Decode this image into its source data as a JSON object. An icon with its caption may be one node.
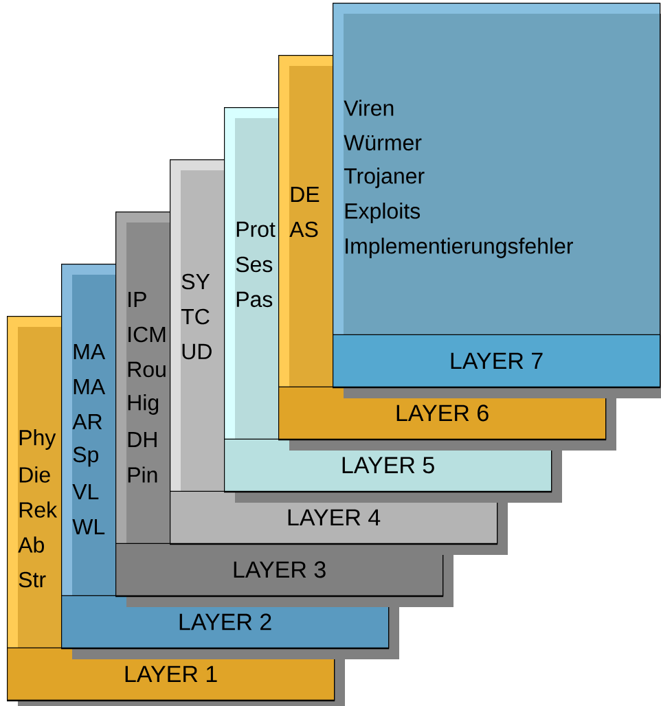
{
  "diagram": {
    "nodes": [
      {
        "text": [
          "Phy",
          "Die",
          "Rek",
          "Ab",
          "Str"
        ]
      },
      {
        "text": [
          "LAYER 1"
        ],
        "in": 0
      },
      {
        "text": [
          "MA",
          "MA",
          "AR",
          "Sp",
          "VL",
          "WL"
        ]
      },
      {
        "text": [
          "LAYER 2"
        ],
        "in": 2
      },
      {
        "text": [
          "IP",
          "ICM",
          "Rou",
          "Hig",
          "DH",
          "Pin"
        ]
      },
      {
        "text": [
          "LAYER 3"
        ],
        "in": 4
      },
      {
        "text": [
          "SY",
          "TC",
          "UD"
        ]
      },
      {
        "text": [
          "LAYER 4"
        ],
        "in": 6
      },
      {
        "text": [
          "Prot",
          "Ses",
          "Pas"
        ]
      },
      {
        "text": [
          "LAYER 5"
        ],
        "in": 8
      },
      {
        "text": [
          "DE",
          "AS"
        ]
      },
      {
        "text": [
          "LAYER 6"
        ],
        "in": 10
      },
      {
        "text": [
          "Viren",
          "Würmer",
          "Trojaner",
          "Exploits",
          "Implementierungsfehler"
        ]
      },
      {
        "text": [
          "LAYER 7"
        ],
        "in": 12
      }
    ]
  }
}
